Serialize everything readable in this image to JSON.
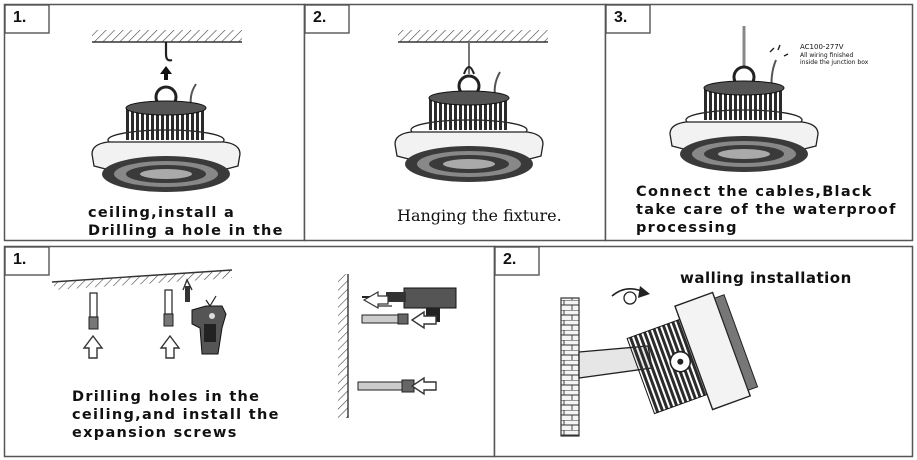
{
  "steps_top": [
    {
      "number": "1.",
      "caption_line1": "ceiling,install a",
      "caption_line2": "Drilling a hole in the"
    },
    {
      "number": "2.",
      "caption": "Hanging the fixture."
    },
    {
      "number": "3.",
      "caption_line1": "Connect the cables,Black",
      "caption_line2": "take care of the waterproof",
      "caption_line3": "processing",
      "note_line1": "AC100-277V",
      "note_line2": "All wiring finished",
      "note_line3": "inside the junction box"
    }
  ],
  "steps_bottom": [
    {
      "number": "1.",
      "caption_line1": "Drilling holes in the",
      "caption_line2": "ceiling,and install the",
      "caption_line3": "expansion screws"
    },
    {
      "number": "2.",
      "title": "walling installation"
    }
  ]
}
